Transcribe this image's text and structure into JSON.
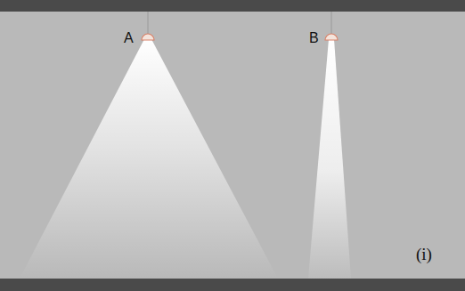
{
  "diagram": {
    "labels": [
      "A",
      "B",
      "(i)"
    ]
  }
}
